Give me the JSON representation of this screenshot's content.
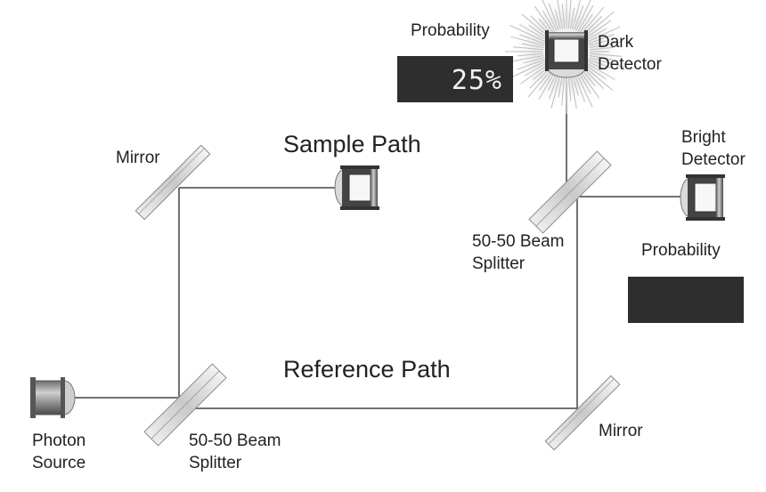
{
  "sample_path": {
    "title": "Sample Path"
  },
  "reference_path": {
    "title": "Reference Path"
  },
  "photon_source": {
    "line1": "Photon",
    "line2": "Source"
  },
  "beam_splitter_1": {
    "line1": "50-50 Beam",
    "line2": "Splitter"
  },
  "beam_splitter_2": {
    "line1": "50-50 Beam",
    "line2": "Splitter"
  },
  "mirror_top": {
    "label": "Mirror"
  },
  "mirror_bottom": {
    "label": "Mirror"
  },
  "dark_detector": {
    "line1": "Dark",
    "line2": "Detector",
    "probability_label": "Probability",
    "probability_value": "25%"
  },
  "bright_detector": {
    "line1": "Bright",
    "line2": "Detector",
    "probability_label": "Probability",
    "probability_value": ""
  },
  "colors": {
    "panel": "#2e2e2e",
    "readout_text": "#f2f2f2",
    "beam": "#444444",
    "glass": "#d8d8d8"
  }
}
